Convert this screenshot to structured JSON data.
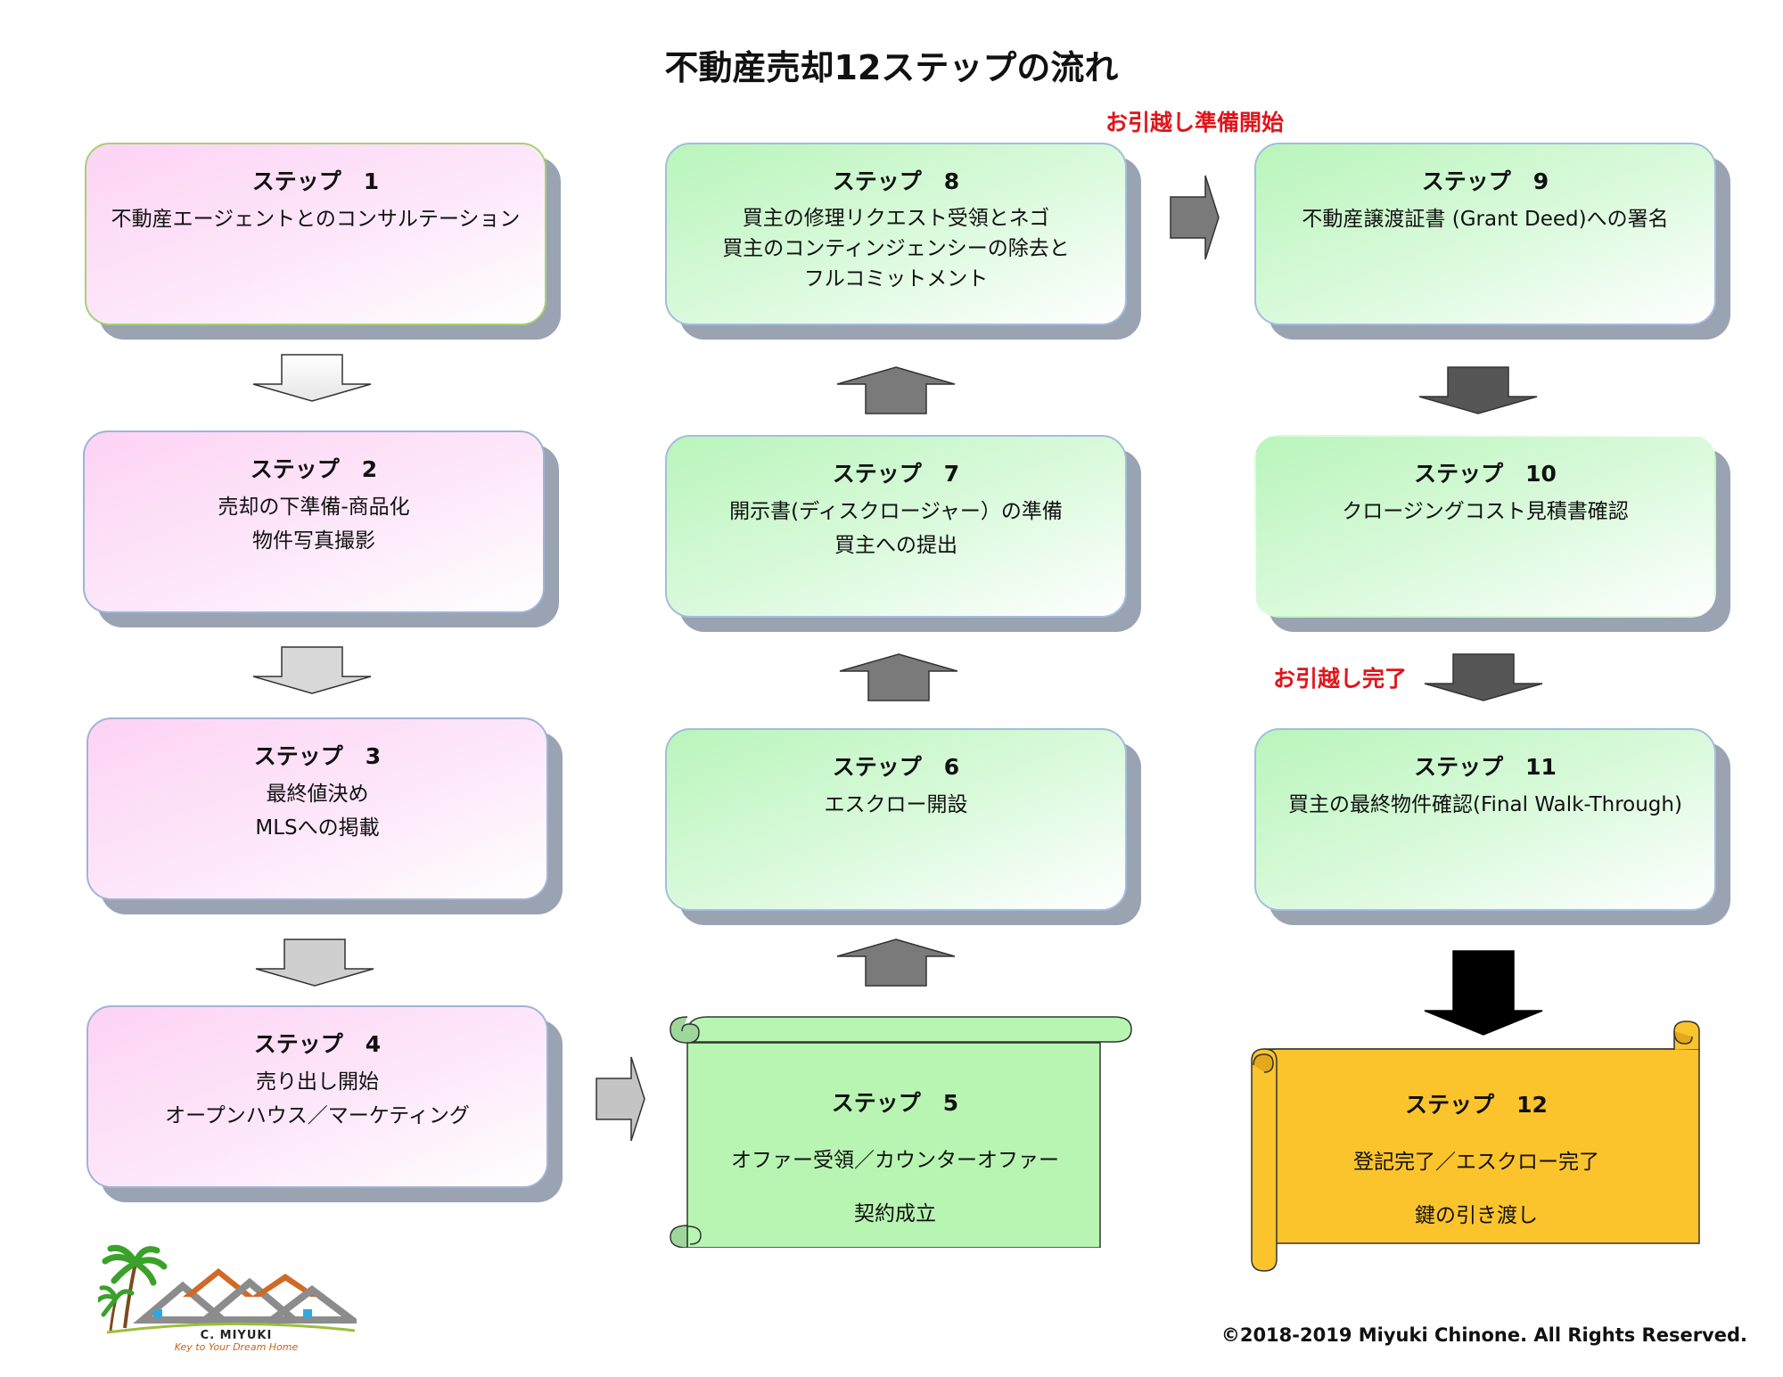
{
  "title": "不動産売却12ステップの流れ",
  "notes": {
    "moving_prep": "お引越し準備開始",
    "moving_done": "お引越し完了"
  },
  "steps": [
    {
      "label": "ステップ　1",
      "lines": [
        "不動産エージェントとのコンサルテーション"
      ]
    },
    {
      "label": "ステップ　2",
      "lines": [
        "売却の下準備-商品化",
        "物件写真撮影"
      ]
    },
    {
      "label": "ステップ　3",
      "lines": [
        "最終値決め",
        "MLSへの掲載"
      ]
    },
    {
      "label": "ステップ　4",
      "lines": [
        "売り出し開始",
        "オープンハウス／マーケティング"
      ]
    },
    {
      "label": "ステップ　5",
      "lines": [
        "オファー受領／カウンターオファー",
        "契約成立"
      ]
    },
    {
      "label": "ステップ　6",
      "lines": [
        "エスクロー開設"
      ]
    },
    {
      "label": "ステップ　7",
      "lines": [
        "開示書(ディスクロージャー）の準備",
        "買主への提出"
      ]
    },
    {
      "label": "ステップ　8",
      "lines": [
        "買主の修理リクエスト受領とネゴ",
        "買主のコンティンジェンシーの除去と",
        "フルコミットメント"
      ]
    },
    {
      "label": "ステップ　9",
      "lines": [
        "不動産譲渡証書 (Grant Deed)への署名"
      ]
    },
    {
      "label": "ステップ　10",
      "lines": [
        "クロージングコスト見積書確認"
      ]
    },
    {
      "label": "ステップ　11",
      "lines": [
        "買主の最終物件確認(Final Walk-Through)"
      ]
    },
    {
      "label": "ステップ　12",
      "lines": [
        "登記完了／エスクロー完了",
        "鍵の引き渡し"
      ]
    }
  ],
  "logo": {
    "name": "C. MIYUKI",
    "tagline": "Key to Your Dream Home"
  },
  "copyright": "©2018-2019 Miyuki Chinone. All Rights Reserved.",
  "colors": {
    "pink_box": "#fdd3f4",
    "green_box": "#b9f5ba",
    "scroll_green": "#b8f5b2",
    "scroll_gold": "#fcc42c",
    "note_red": "#e0151b",
    "shadow": "#9aa3b1"
  }
}
